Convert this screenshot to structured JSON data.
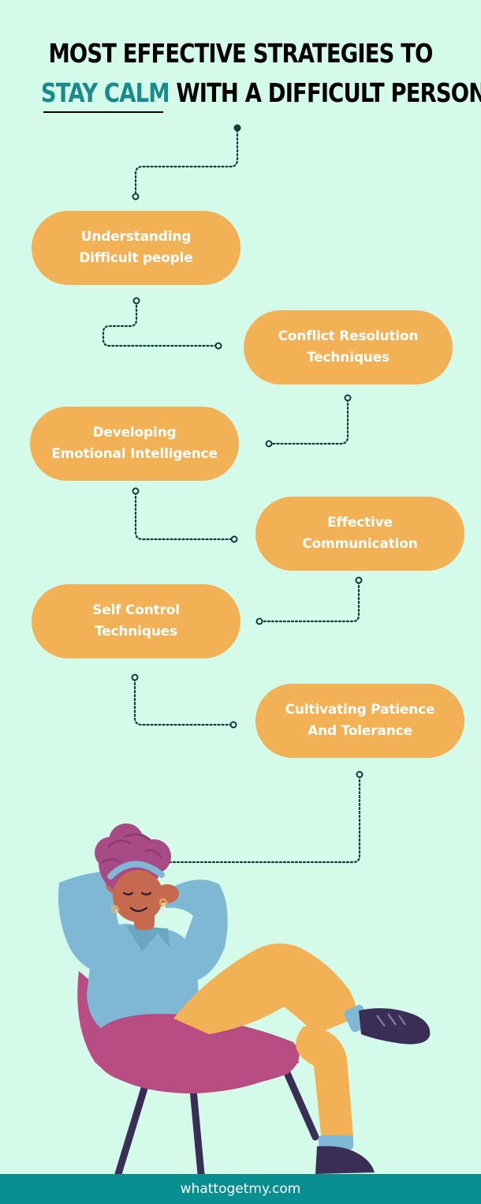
{
  "colors": {
    "background": "#d4fbe9",
    "accent": "#1a8a8c",
    "pill": "#f2b155",
    "connector": "#0e3b3b",
    "footer": "#0a8f91"
  },
  "header": {
    "line1": "MOST EFFECTIVE STRATEGIES TO",
    "highlight": "STAY CALM",
    "line2_rest": " WITH A DIFFICULT PERSON"
  },
  "steps": [
    {
      "label": "Understanding\nDifficult people"
    },
    {
      "label": "Conflict Resolution\nTechniques"
    },
    {
      "label": "Developing\nEmotional Intelligence"
    },
    {
      "label": "Effective\nCommunication"
    },
    {
      "label": "Self Control\nTechniques"
    },
    {
      "label": "Cultivating Patience\nAnd Tolerance"
    }
  ],
  "footer": {
    "text": "whattogetmy.com"
  }
}
